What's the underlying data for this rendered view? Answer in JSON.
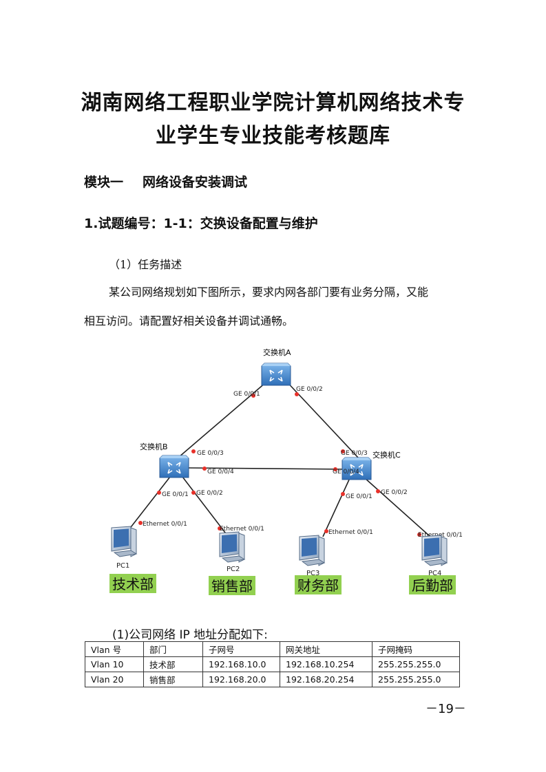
{
  "title": {
    "line1": "湖南网络工程职业学院计算机网络技术专",
    "line2": "业学生专业技能考核题库"
  },
  "module": {
    "name": "模块一",
    "title": "网络设备安装调试"
  },
  "item": {
    "title": "1.试题编号：1-1：交换设备配置与维护"
  },
  "task": {
    "heading": "（1）任务描述",
    "para1": "某公司网络规划如下图所示，要求内网各部门要有业务分隔，又能",
    "para2": "相互访问。请配置好相关设备并调试通畅。"
  },
  "diagram": {
    "switches": {
      "a": "交换机A",
      "b": "交换机B",
      "c": "交换机C"
    },
    "ports": {
      "a_1": "GE 0/0/1",
      "a_2": "GE 0/0/2",
      "b_3": "GE 0/0/3",
      "b_4": "GE 0/0/4",
      "b_1": "GE 0/0/1",
      "b_2": "GE 0/0/2",
      "c_3": "GE 0/0/3",
      "c_4": "GE 0/0/4",
      "c_1": "GE 0/0/1",
      "c_2": "GE 0/0/2",
      "pc1_eth": "Ethernet 0/0/1",
      "pc2_eth": "Ethernet 0/0/1",
      "pc3_eth": "Ethernet 0/0/1",
      "pc4_eth": "Ethernet 0/0/1"
    },
    "pcs": [
      "PC1",
      "PC2",
      "PC3",
      "PC4"
    ],
    "departments": [
      "技术部",
      "销售部",
      "财务部",
      "后勤部"
    ],
    "colors": {
      "link": "#222222",
      "port_dot": "#e8312a",
      "dept_bg": "#92d050",
      "switch": "#4a8fd4"
    }
  },
  "ip_table": {
    "caption": "(1)公司网络 IP 地址分配如下:",
    "headers": [
      "Vlan 号",
      "部门",
      "子网号",
      "网关地址",
      "子网掩码"
    ],
    "rows": [
      [
        "Vlan 10",
        "技术部",
        "192.168.10.0",
        "192.168.10.254",
        "255.255.255.0"
      ],
      [
        "Vlan 20",
        "销售部",
        "192.168.20.0",
        "192.168.20.254",
        "255.255.255.0"
      ]
    ]
  },
  "page_number": "－19－"
}
